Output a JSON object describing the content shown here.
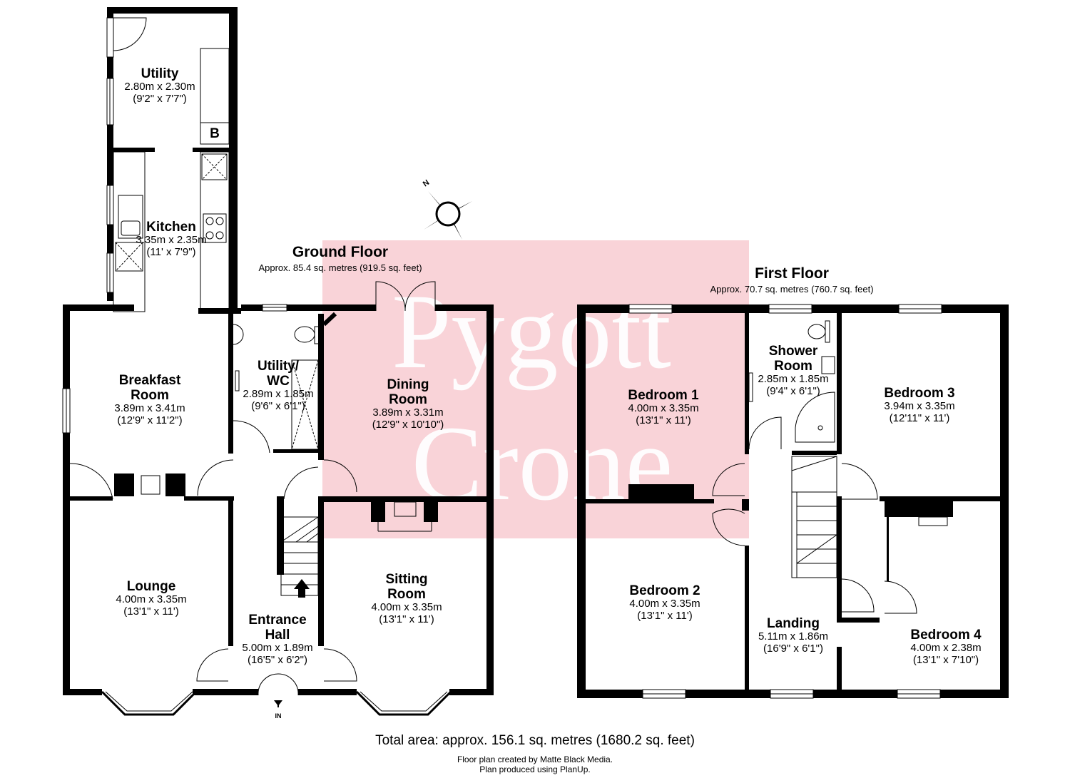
{
  "watermark": {
    "line1": "Pygott",
    "line2": "Crone",
    "color": "#f9d3d8"
  },
  "compass": {
    "label": "N"
  },
  "ground_floor": {
    "title": "Ground Floor",
    "area": "Approx. 85.4 sq. metres (919.5 sq. feet)",
    "rooms": {
      "utility": {
        "name": "Utility",
        "metric": "2.80m x 2.30m",
        "imperial": "(9'2\" x 7'7\")"
      },
      "kitchen": {
        "name": "Kitchen",
        "metric": "3.35m x 2.35m",
        "imperial": "(11' x 7'9\")"
      },
      "breakfast": {
        "name1": "Breakfast",
        "name2": "Room",
        "metric": "3.89m x 3.41m",
        "imperial": "(12'9\" x 11'2\")"
      },
      "utility_wc": {
        "name1": "Utility/",
        "name2": "WC",
        "metric": "2.89m x 1.85m",
        "imperial": "(9'6\" x 6'1\")"
      },
      "dining": {
        "name1": "Dining",
        "name2": "Room",
        "metric": "3.89m x 3.31m",
        "imperial": "(12'9\" x 10'10\")"
      },
      "lounge": {
        "name": "Lounge",
        "metric": "4.00m x 3.35m",
        "imperial": "(13'1\" x 11')"
      },
      "entrance": {
        "name1": "Entrance",
        "name2": "Hall",
        "metric": "5.00m x 1.89m",
        "imperial": "(16'5\" x 6'2\")"
      },
      "sitting": {
        "name1": "Sitting",
        "name2": "Room",
        "metric": "4.00m x 3.35m",
        "imperial": "(13'1\" x 11')"
      }
    },
    "boiler_label": "B",
    "entry_label": "IN"
  },
  "first_floor": {
    "title": "First Floor",
    "area": "Approx. 70.7 sq. metres (760.7 sq. feet)",
    "rooms": {
      "bedroom1": {
        "name": "Bedroom 1",
        "metric": "4.00m x 3.35m",
        "imperial": "(13'1\" x 11')"
      },
      "shower": {
        "name1": "Shower",
        "name2": "Room",
        "metric": "2.85m x 1.85m",
        "imperial": "(9'4\" x 6'1\")"
      },
      "bedroom3": {
        "name": "Bedroom 3",
        "metric": "3.94m x 3.35m",
        "imperial": "(12'11\" x 11')"
      },
      "bedroom2": {
        "name": "Bedroom 2",
        "metric": "4.00m x 3.35m",
        "imperial": "(13'1\" x 11')"
      },
      "landing": {
        "name": "Landing",
        "metric": "5.11m x 1.86m",
        "imperial": "(16'9\" x 6'1\")"
      },
      "bedroom4": {
        "name": "Bedroom 4",
        "metric": "4.00m x 2.38m",
        "imperial": "(13'1\" x 7'10\")"
      }
    }
  },
  "footer": {
    "total": "Total area: approx. 156.1 sq. metres (1680.2 sq. feet)",
    "credit1": "Floor plan created by Matte Black Media.",
    "credit2": "Plan produced using PlanUp."
  }
}
